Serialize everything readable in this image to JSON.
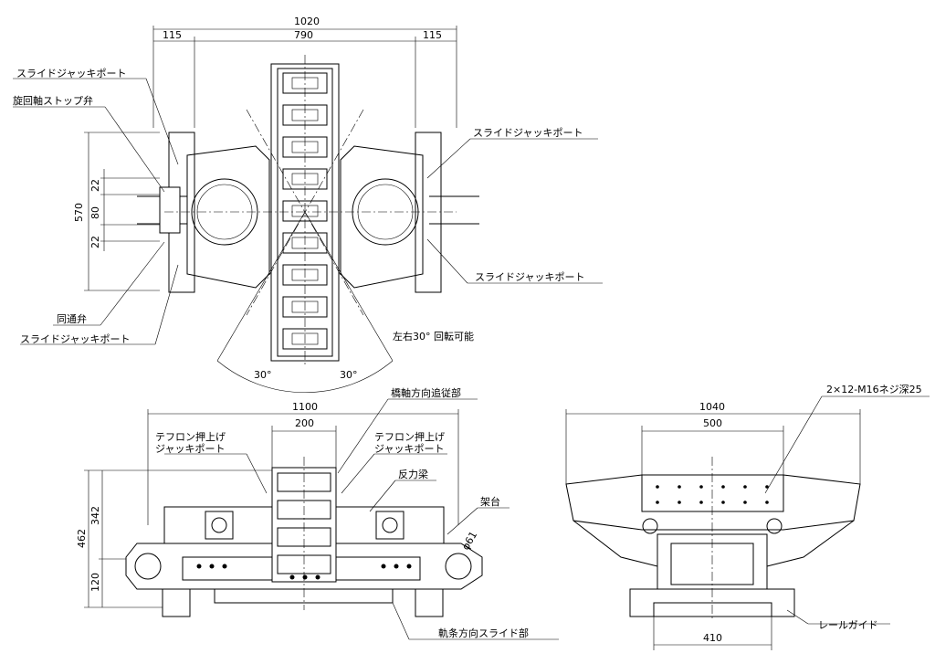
{
  "top_view": {
    "dims": {
      "overall": "1020",
      "left": "115",
      "center": "790",
      "right": "115",
      "height": "570",
      "upper": "22",
      "middle": "80",
      "lower": "22"
    },
    "labels": {
      "slide_jack_port_tl": "スライドジャッキポート",
      "swivel_stop_valve": "旋回軸ストップ弁",
      "slide_jack_port_tr": "スライドジャッキポート",
      "slide_jack_port_br": "スライドジャッキポート",
      "through_valve": "同通弁",
      "slide_jack_port_bl": "スライドジャッキポート",
      "rotation_note": "左右30°  回転可能",
      "angle_left": "30°",
      "angle_right": "30°"
    }
  },
  "front_view": {
    "dims": {
      "overall": "1100",
      "center": "200",
      "height": "462",
      "upper": "342",
      "lower": "120",
      "diameter": "φ61"
    },
    "labels": {
      "bridge_follow": "橋軸方向追従部",
      "teflon_left_1": "テフロン押上げ",
      "teflon_left_2": "ジャッキポート",
      "teflon_right_1": "テフロン押上げ",
      "teflon_right_2": "ジャッキポート",
      "reaction_beam": "反力梁",
      "stand": "架台",
      "rail_slide": "軌条方向スライド部"
    }
  },
  "side_view": {
    "dims": {
      "overall": "1040",
      "center": "500",
      "bottom": "410"
    },
    "labels": {
      "tap_note": "2×12-M16ネジ深25",
      "rail_guide": "レールガイド"
    }
  }
}
